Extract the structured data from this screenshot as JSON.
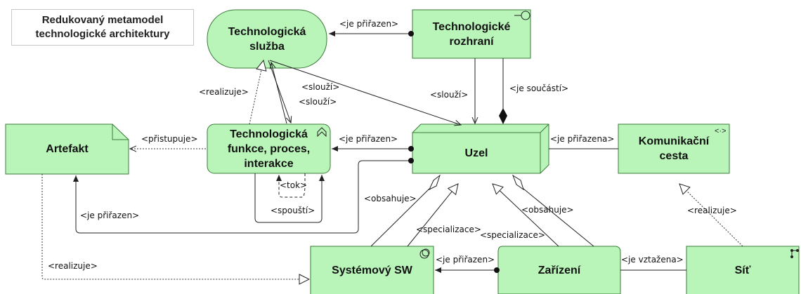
{
  "title": {
    "line1": "Redukovaný metamodel",
    "line2": "technologické architektury"
  },
  "nodes": {
    "sluzba": {
      "line1": "Technologická",
      "line2": "služba"
    },
    "rozhrani": {
      "line1": "Technologické",
      "line2": "rozhraní"
    },
    "artefakt": {
      "line1": "Artefakt"
    },
    "funkce": {
      "line1": "Technologická",
      "line2": "funkce, proces,",
      "line3": "interakce"
    },
    "uzel": {
      "line1": "Uzel"
    },
    "cesta": {
      "line1": "Komunikační",
      "line2": "cesta"
    },
    "system_sw": {
      "line1": "Systémový SW"
    },
    "zarizeni": {
      "line1": "Zařízení"
    },
    "sit": {
      "line1": "Síť"
    }
  },
  "labels": {
    "rozhrani_sluzba": "<je přiřazen>",
    "realizuje_sluzba": "<realizuje>",
    "slouzi_a": "<slouží>",
    "slouzi_b": "<slouží>",
    "slouzi_c": "<slouží>",
    "soucasti": "<je součástí>",
    "pristupuje": "<přistupuje>",
    "uzel_funkce": "<je přiřazen>",
    "uzel_cesta": "<je přiřazena>",
    "tok": "<tok>",
    "spousti": "<spouští>",
    "uzel_artefakt": "<je přiřazen>",
    "obsahuje_a": "<obsahuje>",
    "specializace_a": "<specializace>",
    "specializace_b": "<specializace>",
    "obsahuje_b": "<obsahuje>",
    "realizuje_sit": "<realizuje>",
    "realizuje_artefakt": "<realizuje>",
    "zarizeni_system": "<je přiřazen>",
    "vztazena": "<je vztažena>"
  },
  "icons": {
    "rozhrani": "interface-icon",
    "funkce": "function-icon",
    "cesta": "communication-path-icon",
    "system_sw": "system-software-icon",
    "sit": "network-icon"
  },
  "colors": {
    "node_fill": "#b9f5b9",
    "node_border": "#3a7a3a",
    "line": "#222222"
  }
}
